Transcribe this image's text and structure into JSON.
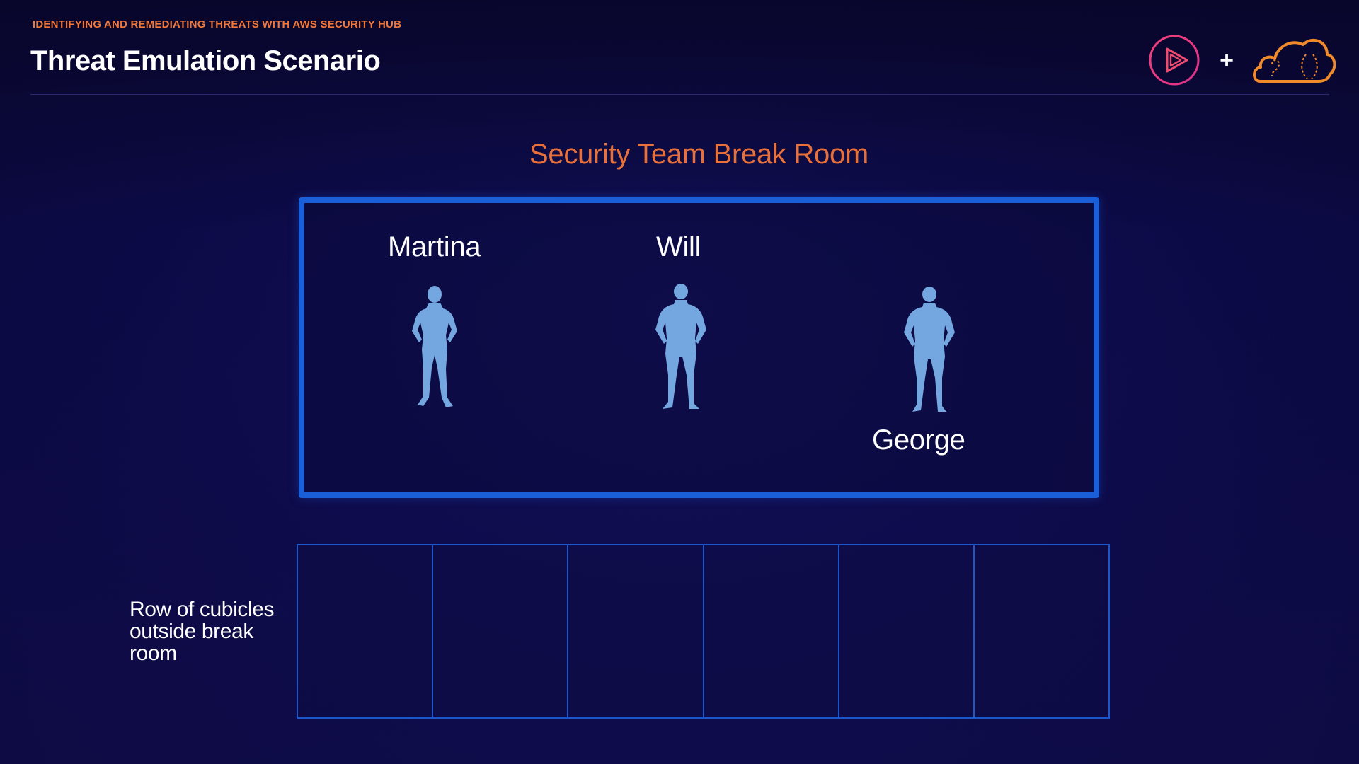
{
  "header": {
    "kicker": "IDENTIFYING AND REMEDIATING THREATS WITH AWS SECURITY HUB",
    "title": "Threat Emulation Scenario",
    "logos": {
      "left_icon": "play-logo-icon",
      "separator": "+",
      "right_icon": "cloud-guru-logo-icon"
    }
  },
  "diagram": {
    "room_title": "Security Team Break Room",
    "people": [
      {
        "name": "Martina",
        "icon": "person-female-icon"
      },
      {
        "name": "Will",
        "icon": "person-male-icon"
      },
      {
        "name": "George",
        "icon": "person-male-icon"
      }
    ],
    "cubicle_label": "Row of cubicles outside break room",
    "cubicle_count": 6
  },
  "colors": {
    "background": "#0c0a46",
    "accent_orange": "#e8713b",
    "box_blue": "#1a5fd8",
    "figure_blue": "#74a6e0"
  }
}
